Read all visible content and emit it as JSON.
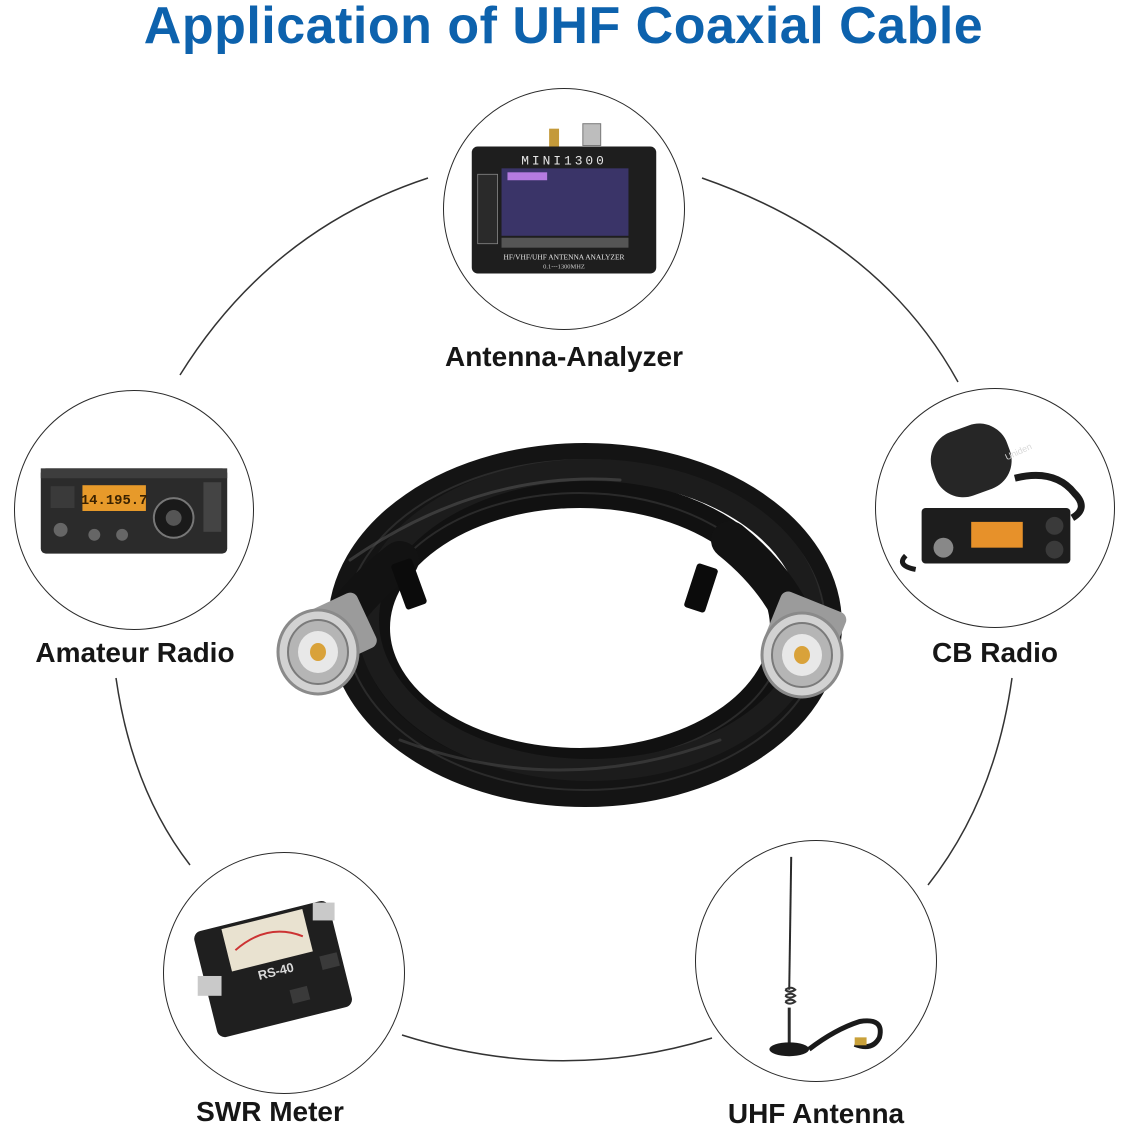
{
  "title": "Application of UHF Coaxial Cable",
  "devices": [
    {
      "label": "Antenna-Analyzer",
      "icon": "antenna-analyzer-icon"
    },
    {
      "label": "Amateur Radio",
      "icon": "amateur-radio-icon"
    },
    {
      "label": "CB Radio",
      "icon": "cb-radio-icon"
    },
    {
      "label": "SWR Meter",
      "icon": "swr-meter-icon"
    },
    {
      "label": "UHF Antenna",
      "icon": "uhf-antenna-icon"
    }
  ],
  "analyzer": {
    "brand": "MINI1300",
    "model": "HF/VHF/UHF ANTENNA ANALYZER",
    "range": "0.1---1300MHZ"
  },
  "amateur_radio": {
    "display": "14.195.7"
  },
  "cb_radio": {
    "brand": "Uniden"
  },
  "swr_meter": {
    "model": "RS-40"
  },
  "colors": {
    "title": "#0d62ad",
    "cable": "#151515",
    "connector": "#c9c9c9",
    "pin": "#d9a23a"
  }
}
